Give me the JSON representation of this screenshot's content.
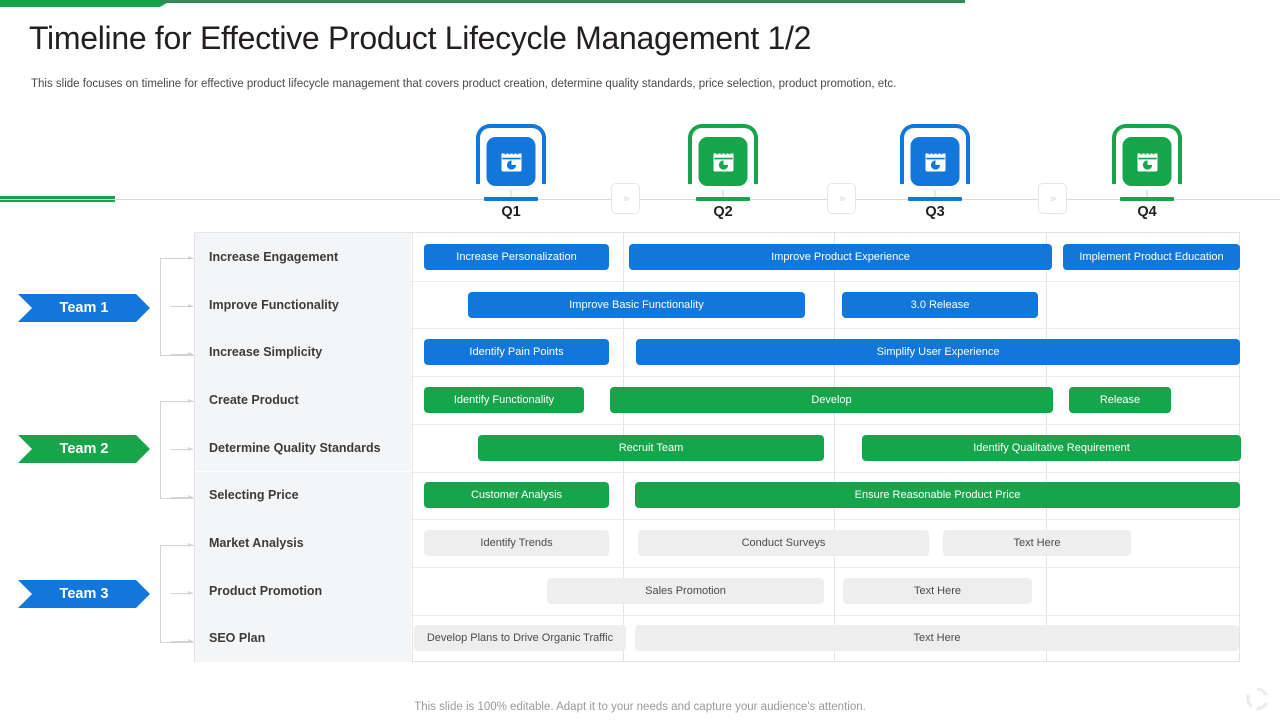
{
  "header": {
    "title": "Timeline for Effective Product Lifecycle Management 1/2",
    "subtitle": "This slide focuses on timeline for effective product lifecycle management that covers product creation, determine quality standards, price selection, product promotion, etc."
  },
  "footer": {
    "note": "This slide is 100% editable. Adapt it to your needs and capture your audience's attention.",
    "logo_icon": "recycle-arrows-icon"
  },
  "colors": {
    "blue": "#1376da",
    "green": "#16a54a",
    "gray_bar": "#eeeeef",
    "accent_green": "#18a04b",
    "row_label_bg": "#f4f5f6",
    "grid_line": "#e2e4e7"
  },
  "timeline": {
    "connector_label": "»",
    "quarters": [
      {
        "label": "Q1",
        "color": "#1376da",
        "icon": "calendar-pie-chart-icon"
      },
      {
        "label": "Q2",
        "color": "#16a54a",
        "icon": "calendar-pie-chart-icon"
      },
      {
        "label": "Q3",
        "color": "#1376da",
        "icon": "calendar-pie-chart-icon"
      },
      {
        "label": "Q4",
        "color": "#16a54a",
        "icon": "calendar-pie-chart-icon"
      }
    ]
  },
  "teams": [
    {
      "label": "Team 1",
      "color": "#1376da"
    },
    {
      "label": "Team 2",
      "color": "#16a54a"
    },
    {
      "label": "Team 3",
      "color": "#1376da"
    }
  ],
  "rows": [
    {
      "label": "Increase Engagement",
      "bars": [
        {
          "text": "Increase Personalization",
          "style": "blue"
        },
        {
          "text": "Improve Product Experience",
          "style": "blue"
        },
        {
          "text": "Implement Product Education",
          "style": "blue"
        }
      ]
    },
    {
      "label": "Improve Functionality",
      "bars": [
        {
          "text": "Improve Basic Functionality",
          "style": "blue"
        },
        {
          "text": "3.0 Release",
          "style": "blue"
        }
      ]
    },
    {
      "label": "Increase Simplicity",
      "bars": [
        {
          "text": "Identify Pain Points",
          "style": "blue"
        },
        {
          "text": "Simplify User Experience",
          "style": "blue"
        }
      ]
    },
    {
      "label": "Create Product",
      "bars": [
        {
          "text": "Identify Functionality",
          "style": "green"
        },
        {
          "text": "Develop",
          "style": "green"
        },
        {
          "text": "Release",
          "style": "green"
        }
      ]
    },
    {
      "label": "Determine Quality Standards",
      "bars": [
        {
          "text": "Recruit Team",
          "style": "green"
        },
        {
          "text": "Identify Qualitative Requirement",
          "style": "green"
        }
      ]
    },
    {
      "label": "Selecting Price",
      "bars": [
        {
          "text": "Customer Analysis",
          "style": "green"
        },
        {
          "text": "Ensure Reasonable Product Price",
          "style": "green"
        }
      ]
    },
    {
      "label": "Market Analysis",
      "bars": [
        {
          "text": "Identify Trends",
          "style": "gray"
        },
        {
          "text": "Conduct Surveys",
          "style": "gray"
        },
        {
          "text": "Text Here",
          "style": "gray"
        }
      ]
    },
    {
      "label": "Product Promotion",
      "bars": [
        {
          "text": "Sales Promotion",
          "style": "gray"
        },
        {
          "text": "Text Here",
          "style": "gray"
        }
      ]
    },
    {
      "label": "SEO Plan",
      "bars": [
        {
          "text": "Develop Plans to Drive Organic Traffic",
          "style": "gray"
        },
        {
          "text": "Text Here",
          "style": "gray"
        }
      ]
    }
  ]
}
